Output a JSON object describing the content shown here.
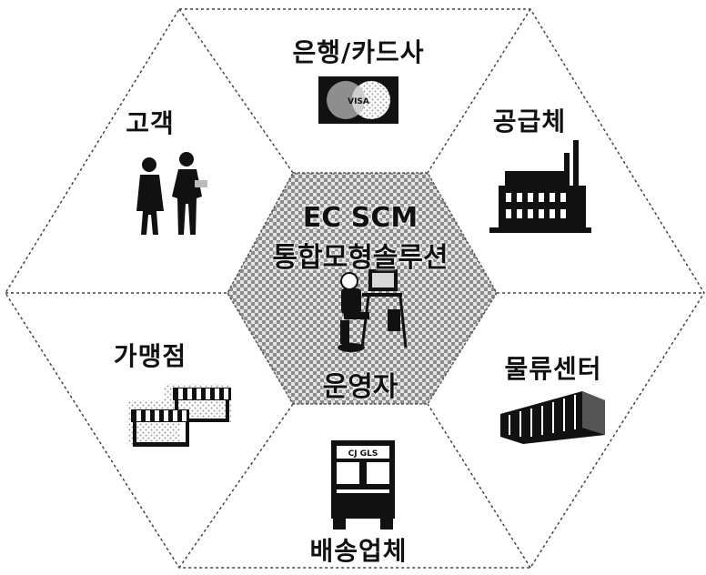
{
  "center": {
    "title_line1": "EC SCM",
    "title_line2": "통합모형솔루션",
    "role": "운영자"
  },
  "segments": {
    "bank": "은행/카드사",
    "supplier": "공급체",
    "logistics": "물류센터",
    "delivery": "배송업체",
    "franchise": "가맹점",
    "customer": "고객"
  }
}
